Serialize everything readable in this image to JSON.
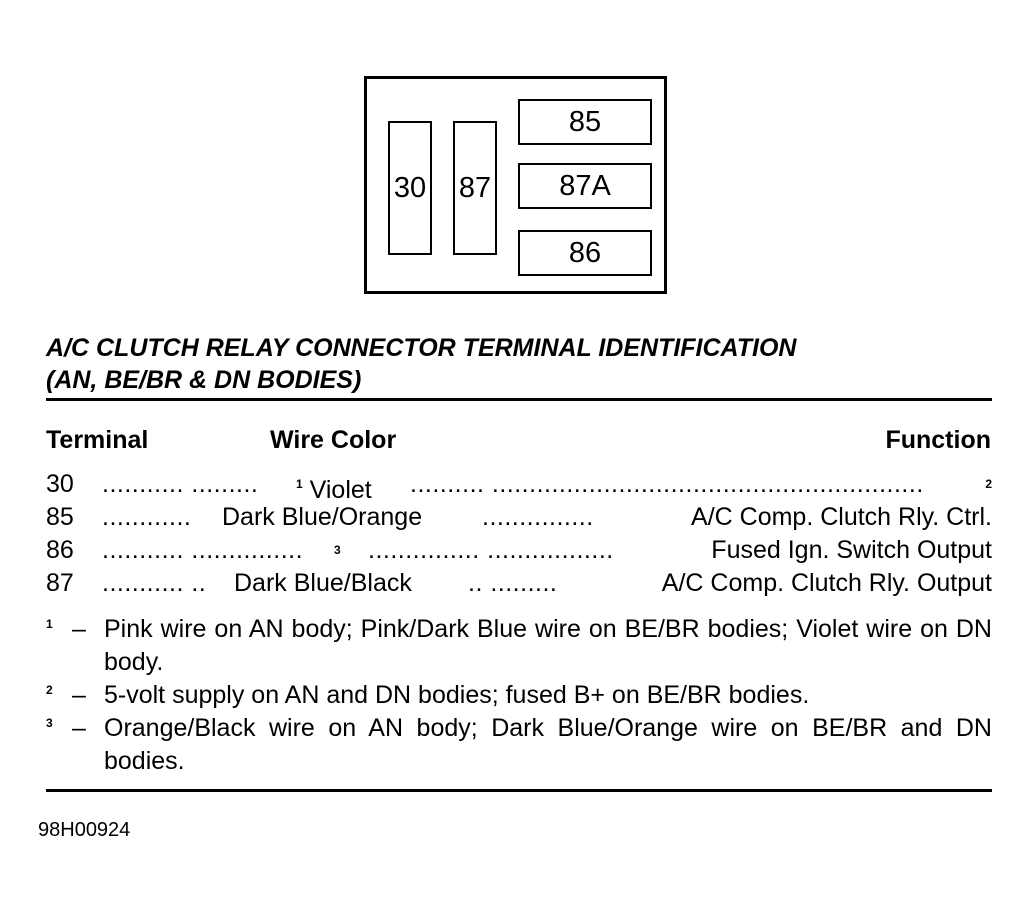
{
  "diagram": {
    "terminals": [
      "30",
      "87",
      "85",
      "87A",
      "86"
    ]
  },
  "title": {
    "line1": "A/C CLUTCH RELAY CONNECTOR TERMINAL IDENTIFICATION",
    "line2": "(AN, BE/BR & DN BODIES)"
  },
  "headers": {
    "terminal": "Terminal",
    "wire_color": "Wire Color",
    "function": "Function"
  },
  "rows": [
    {
      "terminal": "30",
      "dots1": "........... .........",
      "marker": "1",
      "wire": "Violet",
      "dots2": ".......... ..........................................................",
      "function_marker": "2",
      "function": ""
    },
    {
      "terminal": "85",
      "dots1": "............",
      "marker": "",
      "wire": "Dark Blue/Orange",
      "dots2": "...............",
      "function_marker": "",
      "function": "A/C Comp. Clutch Rly. Ctrl."
    },
    {
      "terminal": "86",
      "dots1": "........... ...............",
      "marker": "3",
      "wire": "",
      "dots2": "............... .................",
      "function_marker": "",
      "function": "Fused Ign. Switch Output"
    },
    {
      "terminal": "87",
      "dots1": "........... ..",
      "marker": "",
      "wire": "Dark Blue/Black",
      "dots2": ".. .........",
      "function_marker": "",
      "function": "A/C Comp. Clutch Rly. Output"
    }
  ],
  "footnotes": [
    {
      "mark": "1",
      "dash": "–",
      "text": "Pink wire on AN body; Pink/Dark Blue wire on BE/BR bodies; Violet wire on DN body."
    },
    {
      "mark": "2",
      "dash": "–",
      "text": "5-volt supply on AN and DN bodies; fused B+ on BE/BR bodies."
    },
    {
      "mark": "3",
      "dash": "–",
      "text": "Orange/Black wire on AN body; Dark Blue/Orange wire on BE/BR and DN bodies."
    }
  ],
  "figure_code": "98H00924"
}
